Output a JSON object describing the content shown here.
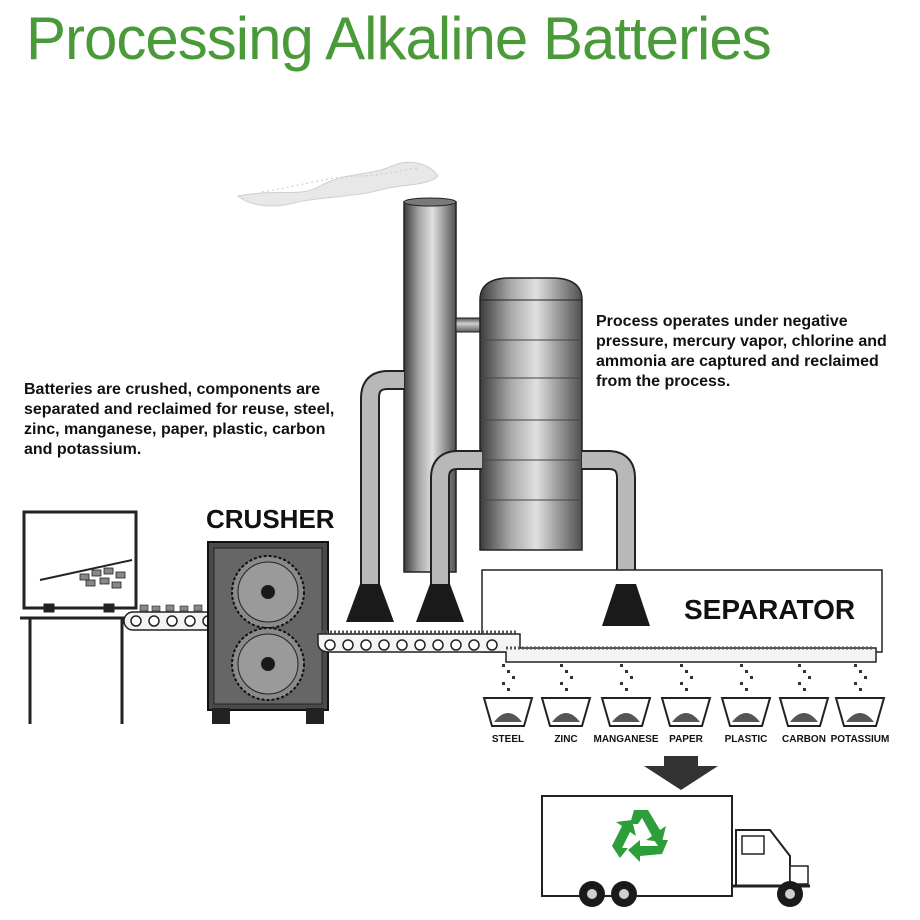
{
  "title": "Processing Alkaline Batteries",
  "notes": {
    "left": "Batteries are crushed, components are separated and reclaimed for reuse, steel, zinc, manganese, paper, plastic, carbon and potassium.",
    "right": "Process operates under negative pressure, mercury vapor, chlorine and ammonia are captured and reclaimed from the process."
  },
  "labels": {
    "crusher": "CRUSHER",
    "separator": "SEPARATOR"
  },
  "bins": [
    "STEEL",
    "ZINC",
    "MANGANESE",
    "PAPER",
    "PLASTIC",
    "CARBON",
    "POTASSIUM"
  ],
  "icons": {
    "recycle": "recycle-icon",
    "arrow": "down-arrow-icon"
  },
  "colors": {
    "title": "#4a9a3a",
    "recycle": "#2e9e3a",
    "machine_dark": "#2a2a2a",
    "metal": "#8a8a8a"
  }
}
